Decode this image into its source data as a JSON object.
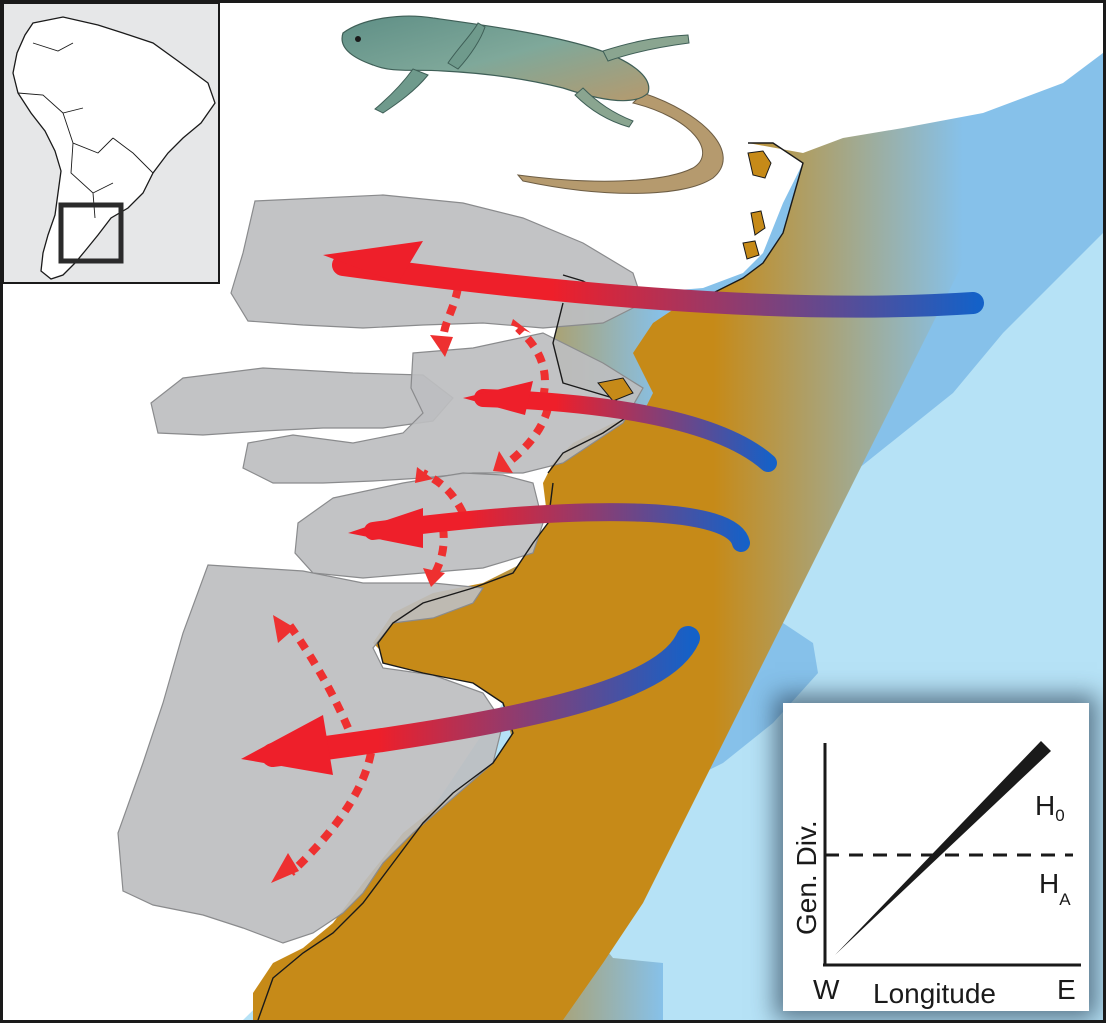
{
  "colors": {
    "sand": "#c68a18",
    "shelf_light": "#86c1ea",
    "ocean": "#b6e2f6",
    "grey_region": "#bdbec0",
    "arrow_east": "#1461c8",
    "arrow_west": "#ee1f2a",
    "dashed_arrow": "#ee3030",
    "map_bg": "#e6e7e8"
  },
  "icons": {
    "lizard": "lizard-icon",
    "locator": "south-america-locator-icon"
  },
  "graph": {
    "y_label": "Gen. Div.",
    "x_label": "Longitude",
    "x_min_label": "W",
    "x_max_label": "E",
    "h0_main": "H",
    "h0_sub": "0",
    "ha_main": "H",
    "ha_sub": "A"
  }
}
